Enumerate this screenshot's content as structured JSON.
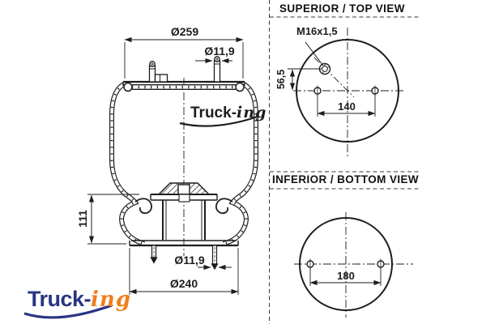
{
  "colors": {
    "line": "#1d1d1b",
    "background": "#ffffff",
    "logo_blue": "#283583",
    "logo_orange": "#ef7f1a"
  },
  "main_view": {
    "watermark": {
      "text_bold": "Truck-",
      "text_script": "ing"
    },
    "dim_plate_diameter": "Ø259",
    "dim_top_stud_diameter": "Ø11,9",
    "dim_piston_height": "111",
    "dim_bottom_stud_diameter": "Ø11,9",
    "dim_base_diameter": "Ø240"
  },
  "top_view": {
    "title": "SUPERIOR / TOP VIEW",
    "thread_label": "M16x1,5",
    "dim_vertical_offset": "56,5",
    "dim_hole_spacing": "140"
  },
  "bottom_view": {
    "title": "INFERIOR / BOTTOM VIEW",
    "dim_hole_spacing": "180"
  },
  "brand_logo": {
    "text_bold": "Truck-",
    "text_script": "ing"
  }
}
